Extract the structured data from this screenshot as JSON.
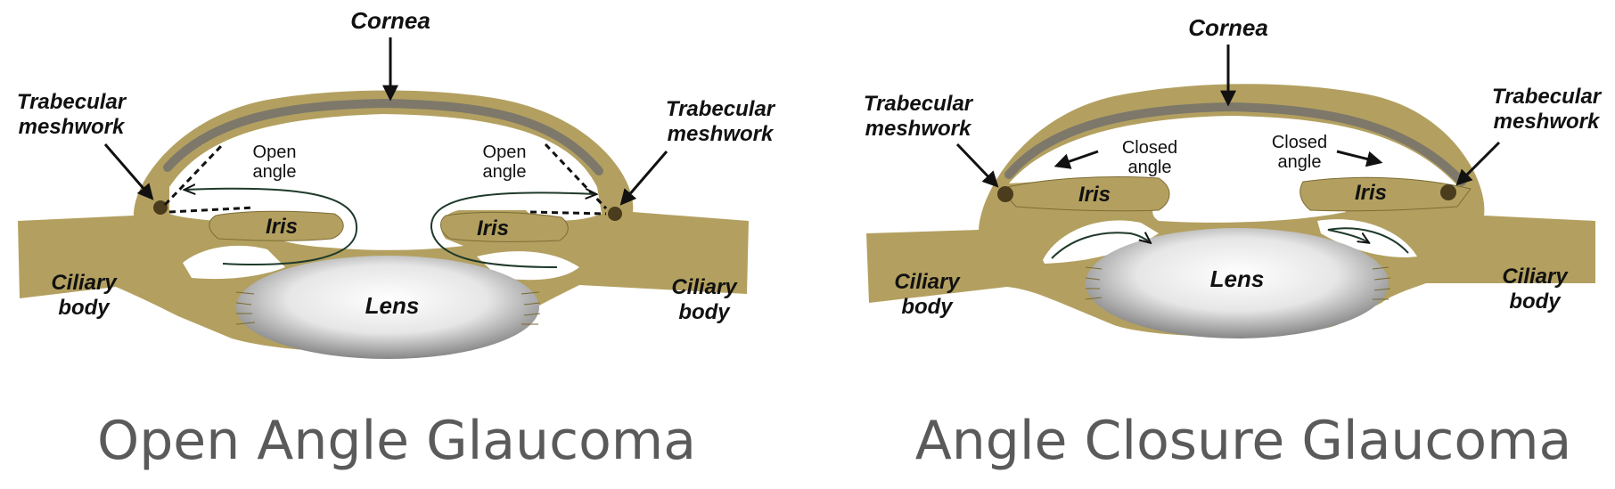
{
  "colors": {
    "tissue": "#b3a060",
    "tissue_edge": "#7d6c34",
    "cornea_band": "#7d786a",
    "meshwork": "#4a3c1c",
    "lens_light": "#ffffff",
    "lens_dark": "#7f7f7f",
    "title_text": "#5a5a5a",
    "label_text": "#111111"
  },
  "open_angle": {
    "title": "Open Angle Glaucoma",
    "cornea": "Cornea",
    "trabecular_left": [
      "Trabecular",
      "meshwork"
    ],
    "trabecular_right": [
      "Trabecular",
      "meshwork"
    ],
    "angle_left": [
      "Open",
      "angle"
    ],
    "angle_right": [
      "Open",
      "angle"
    ],
    "iris_left": "Iris",
    "iris_right": "Iris",
    "lens": "Lens",
    "ciliary_left": [
      "Ciliary",
      "body"
    ],
    "ciliary_right": [
      "Ciliary",
      "body"
    ]
  },
  "closed_angle": {
    "title": "Angle Closure Glaucoma",
    "cornea": "Cornea",
    "trabecular_left": [
      "Trabecular",
      "meshwork"
    ],
    "trabecular_right": [
      "Trabecular",
      "meshwork"
    ],
    "angle_left": [
      "Closed",
      "angle"
    ],
    "angle_right": [
      "Closed",
      "angle"
    ],
    "iris_left": "Iris",
    "iris_right": "Iris",
    "lens": "Lens",
    "ciliary_left": [
      "Ciliary",
      "body"
    ],
    "ciliary_right": [
      "Ciliary",
      "body"
    ]
  }
}
